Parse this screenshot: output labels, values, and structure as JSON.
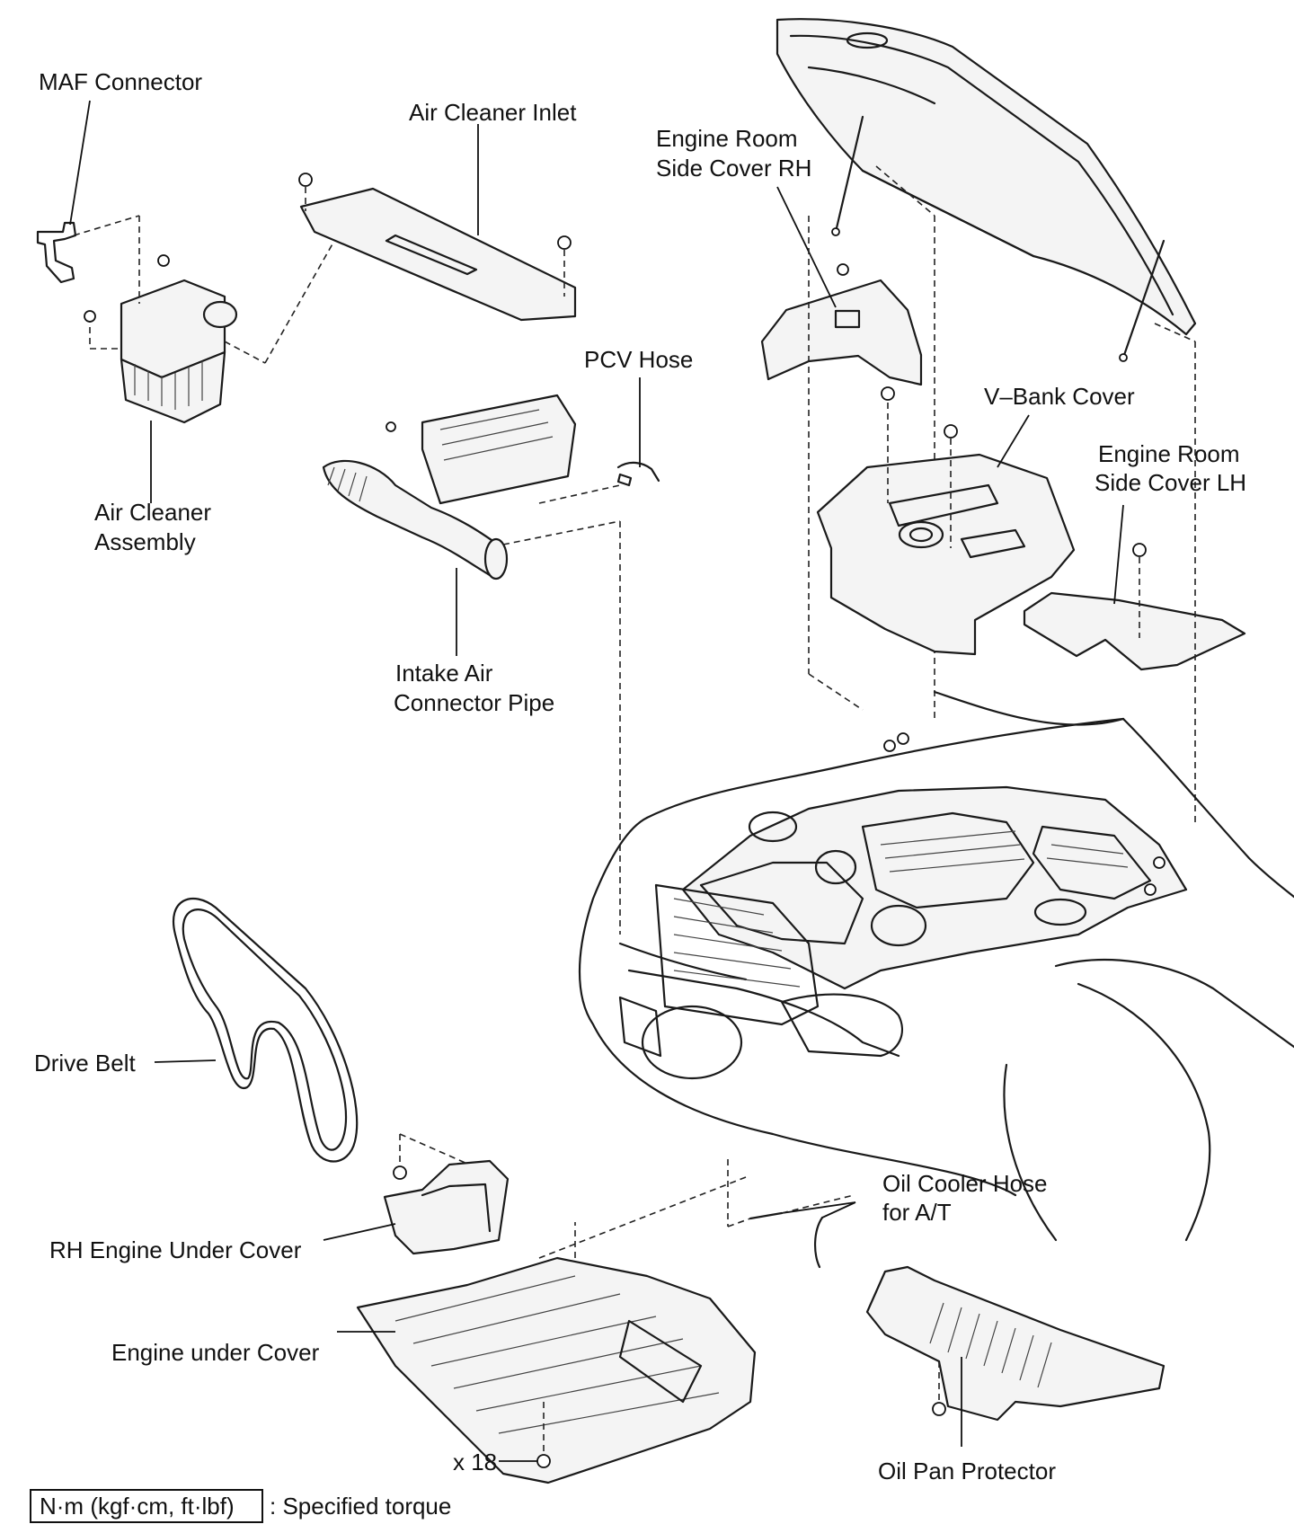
{
  "labels": {
    "maf_connector": "MAF Connector",
    "air_cleaner_inlet": "Air Cleaner Inlet",
    "engine_room_side_cover_rh_l1": "Engine Room",
    "engine_room_side_cover_rh_l2": "Side Cover RH",
    "pcv_hose": "PCV Hose",
    "v_bank_cover": "V–Bank Cover",
    "engine_room_side_cover_lh_l1": "Engine Room",
    "engine_room_side_cover_lh_l2": "Side Cover LH",
    "air_cleaner_assembly_l1": "Air Cleaner",
    "air_cleaner_assembly_l2": "Assembly",
    "intake_air_connector_pipe_l1": "Intake Air",
    "intake_air_connector_pipe_l2": "Connector Pipe",
    "drive_belt": "Drive Belt",
    "oil_cooler_hose_l1": "Oil Cooler Hose",
    "oil_cooler_hose_l2": "for A/T",
    "rh_engine_under_cover": "RH Engine Under Cover",
    "engine_under_cover": "Engine under Cover",
    "oil_pan_protector": "Oil Pan Protector",
    "bolt_count": "x 18"
  },
  "legend": {
    "unit_box": "N·m (kgf·cm, ft·lbf)",
    "description": ": Specified torque"
  },
  "colors": {
    "ink": "#111111",
    "background": "#ffffff"
  }
}
